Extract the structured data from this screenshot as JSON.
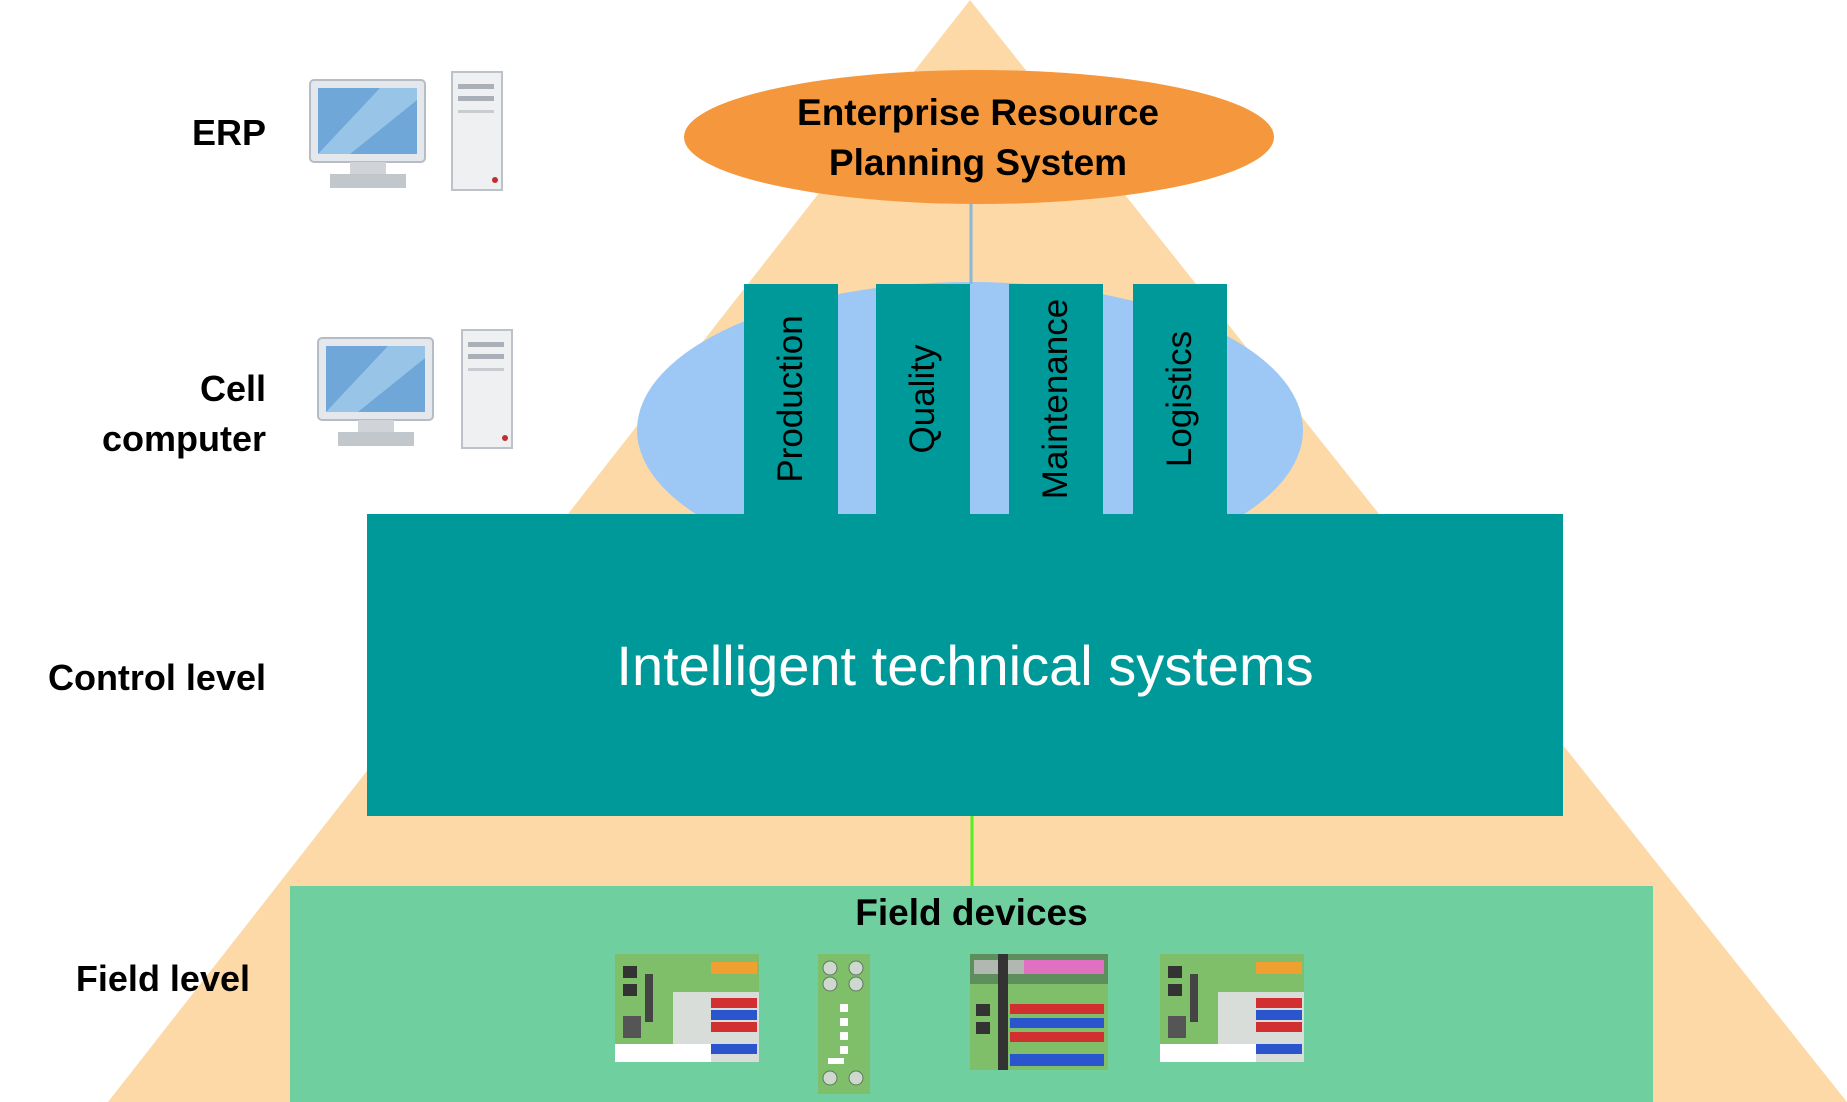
{
  "levels": {
    "erp": "ERP",
    "cell_line1": "Cell",
    "cell_line2": "computer",
    "control": "Control level",
    "field": "Field level"
  },
  "erp_system": {
    "line1": "Enterprise Resource",
    "line2": "Planning System"
  },
  "functions": [
    "Production",
    "Quality",
    "Maintenance",
    "Logistics"
  ],
  "core": {
    "label": "Intelligent technical systems"
  },
  "field_devices": {
    "title": "Field devices"
  },
  "icons": [
    "monitor-icon",
    "pc-tower-icon",
    "io-module-icon"
  ],
  "colors": {
    "pyramid": "#fcd9a6",
    "erp_oval": "#f5973c",
    "cloud": "#9dc8f5",
    "teal": "#009999",
    "field": "#70cf9f",
    "connector_top": "#8ab8d8",
    "connector_bottom": "#55ee22"
  }
}
